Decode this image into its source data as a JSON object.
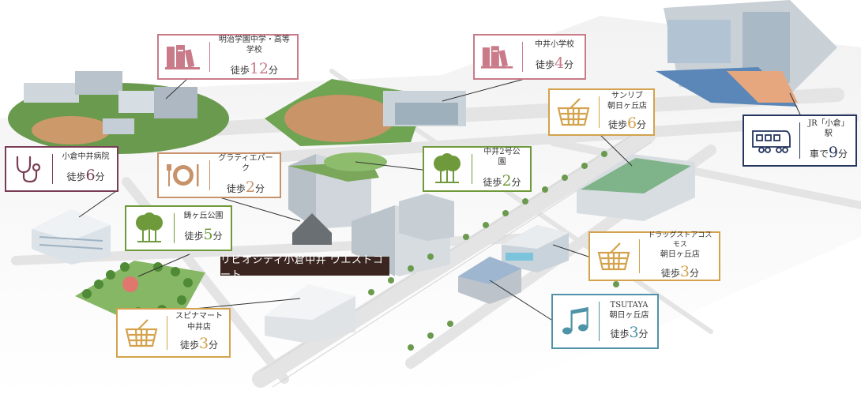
{
  "project": {
    "name": "リビオシティ小倉中井 ウエストコート"
  },
  "colors": {
    "school": "#c97b8a",
    "hospital": "#7a3d55",
    "park": "#6f9a3c",
    "shop": "#d4a24c",
    "food": "#c8926a",
    "music": "#4f93a8",
    "train": "#24365f",
    "project_label": "#3a2520"
  },
  "pois": {
    "meiji": {
      "name_lines": [
        "明治学園中学・高等学校"
      ],
      "walk_prefix": "徒歩",
      "minutes": "12",
      "unit": "分",
      "icon": "books-icon"
    },
    "nakai_elem": {
      "name_lines": [
        "中井小学校"
      ],
      "walk_prefix": "徒歩",
      "minutes": "4",
      "unit": "分",
      "icon": "books-icon"
    },
    "hospital": {
      "name_lines": [
        "小倉中井病院"
      ],
      "walk_prefix": "徒歩",
      "minutes": "6",
      "unit": "分",
      "icon": "stethoscope-icon"
    },
    "gratie": {
      "name_lines": [
        "グラティエパーク"
      ],
      "walk_prefix": "徒歩",
      "minutes": "2",
      "unit": "分",
      "icon": "dining-icon"
    },
    "nakai2_park": {
      "name_lines": [
        "中井2号公園"
      ],
      "walk_prefix": "徒歩",
      "minutes": "2",
      "unit": "分",
      "icon": "tree-icon"
    },
    "kanagaoka_park": {
      "name_lines": [
        "鋳ヶ丘公園"
      ],
      "walk_prefix": "徒歩",
      "minutes": "5",
      "unit": "分",
      "icon": "tree-icon"
    },
    "sunlive": {
      "name_lines": [
        "サンリブ",
        "朝日ヶ丘店"
      ],
      "walk_prefix": "徒歩",
      "minutes": "6",
      "unit": "分",
      "icon": "basket-icon"
    },
    "cosmos": {
      "name_lines": [
        "ドラッグストアコスモス",
        "朝日ヶ丘店"
      ],
      "walk_prefix": "徒歩",
      "minutes": "3",
      "unit": "分",
      "icon": "basket-icon"
    },
    "spinamart": {
      "name_lines": [
        "スピナマート",
        "中井店"
      ],
      "walk_prefix": "徒歩",
      "minutes": "3",
      "unit": "分",
      "icon": "basket-icon"
    },
    "tsutaya": {
      "name_lines": [
        "TSUTAYA",
        "朝日ヶ丘店"
      ],
      "walk_prefix": "徒歩",
      "minutes": "3",
      "unit": "分",
      "icon": "music-note-icon"
    },
    "jr_kokura": {
      "name_lines": [
        "JR「小倉」駅"
      ],
      "walk_prefix": "車で",
      "minutes": "9",
      "unit": "分",
      "icon": "train-icon"
    }
  }
}
